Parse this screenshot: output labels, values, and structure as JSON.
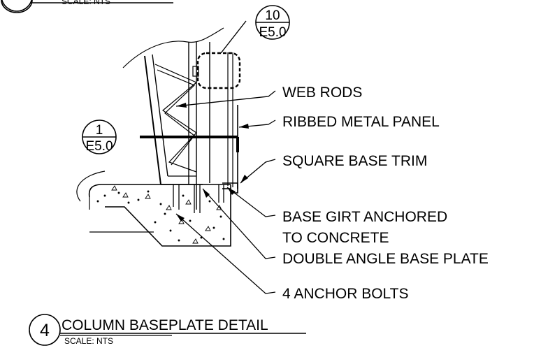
{
  "header_fragment": {
    "scale": "SCALE: NTS"
  },
  "callouts": [
    {
      "id": "web-rods",
      "text": "WEB RODS"
    },
    {
      "id": "ribbed-metal-panel",
      "text": "RIBBED METAL PANEL"
    },
    {
      "id": "square-base-trim",
      "text": "SQUARE BASE TRIM"
    },
    {
      "id": "base-girt",
      "text": "BASE GIRT ANCHORED"
    },
    {
      "id": "base-girt-2",
      "text": "TO CONCRETE"
    },
    {
      "id": "double-angle",
      "text": "DOUBLE ANGLE BASE PLATE"
    },
    {
      "id": "anchor-bolts",
      "text": "4 ANCHOR BOLTS"
    }
  ],
  "references": {
    "top": {
      "number": "10",
      "sheet": "E5.0"
    },
    "left": {
      "number": "1",
      "sheet": "E5.0"
    }
  },
  "title_block": {
    "number": "4",
    "title": "COLUMN BASEPLATE DETAIL",
    "scale": "SCALE: NTS"
  },
  "colors": {
    "ink": "#000000",
    "background": "#ffffff"
  }
}
